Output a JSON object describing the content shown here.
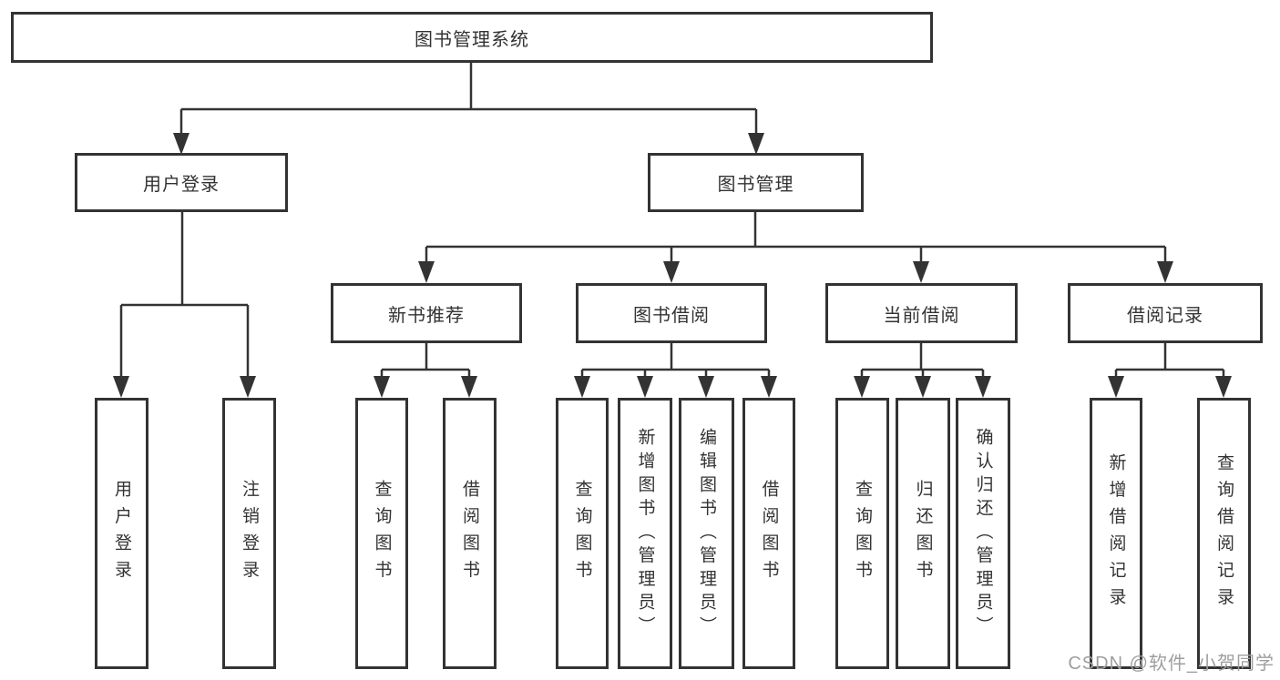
{
  "diagram": {
    "type": "function-structure-tree",
    "root": {
      "label": "图书管理系统",
      "children": [
        {
          "label": "用户登录",
          "children": [
            {
              "label": "用户登录"
            },
            {
              "label": "注销登录"
            }
          ]
        },
        {
          "label": "图书管理",
          "children": [
            {
              "label": "新书推荐",
              "children": [
                {
                  "label": "查询图书"
                },
                {
                  "label": "借阅图书"
                }
              ]
            },
            {
              "label": "图书借阅",
              "children": [
                {
                  "label": "查询图书"
                },
                {
                  "label": "新增图书（管理员）"
                },
                {
                  "label": "编辑图书（管理员）"
                },
                {
                  "label": "借阅图书"
                }
              ]
            },
            {
              "label": "当前借阅",
              "children": [
                {
                  "label": "查询图书"
                },
                {
                  "label": "归还图书"
                },
                {
                  "label": "确认归还（管理员）"
                }
              ]
            },
            {
              "label": "借阅记录",
              "children": [
                {
                  "label": "新增借阅记录"
                },
                {
                  "label": "查询借阅记录"
                }
              ]
            }
          ]
        }
      ]
    }
  },
  "watermark": {
    "text": "CSDN @软件_小贺同学"
  },
  "colors": {
    "background": "#ffffff",
    "box_border": "#333333",
    "line": "#333333",
    "text": "#333333",
    "watermark": "#9e9e9e"
  }
}
